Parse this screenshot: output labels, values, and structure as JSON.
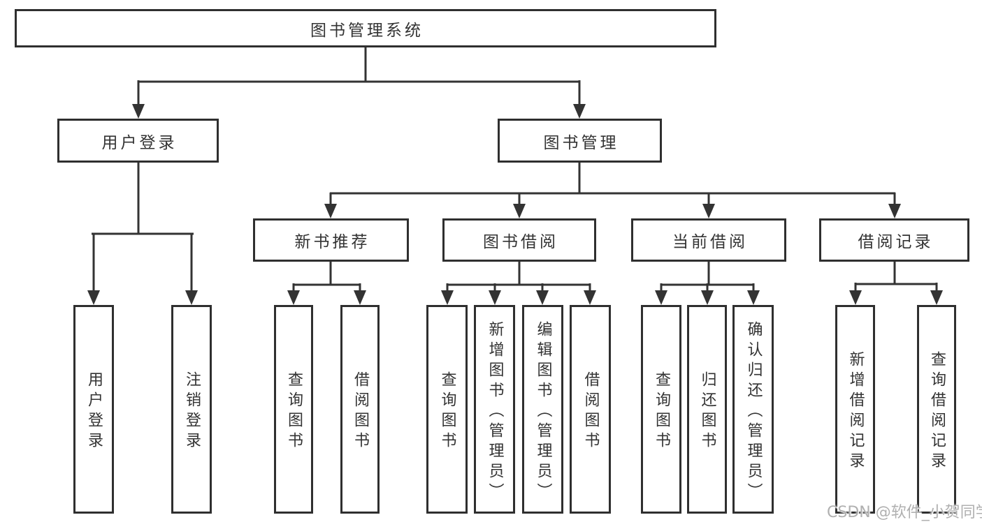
{
  "tree": {
    "label": "图书管理系统",
    "children": [
      {
        "label": "用户登录",
        "children": [
          {
            "label": "用户登录"
          },
          {
            "label": "注销登录"
          }
        ]
      },
      {
        "label": "图书管理",
        "children": [
          {
            "label": "新书推荐",
            "children": [
              {
                "label": "查询图书"
              },
              {
                "label": "借阅图书"
              }
            ]
          },
          {
            "label": "图书借阅",
            "children": [
              {
                "label": "查询图书"
              },
              {
                "label": "新增图书（管理员）"
              },
              {
                "label": "编辑图书（管理员）"
              },
              {
                "label": "借阅图书"
              }
            ]
          },
          {
            "label": "当前借阅",
            "children": [
              {
                "label": "查询图书"
              },
              {
                "label": "归还图书"
              },
              {
                "label": "确认归还（管理员）"
              }
            ]
          },
          {
            "label": "借阅记录",
            "children": [
              {
                "label": "新增借阅记录"
              },
              {
                "label": "查询借阅记录"
              }
            ]
          }
        ]
      }
    ]
  },
  "watermark": {
    "text": "CSDN @软件_小贺同学"
  },
  "colors": {
    "line": "#333333",
    "box_border": "#2f2f2f",
    "text": "#333333",
    "background": "#ffffff",
    "watermark": "#b0b0b0"
  }
}
